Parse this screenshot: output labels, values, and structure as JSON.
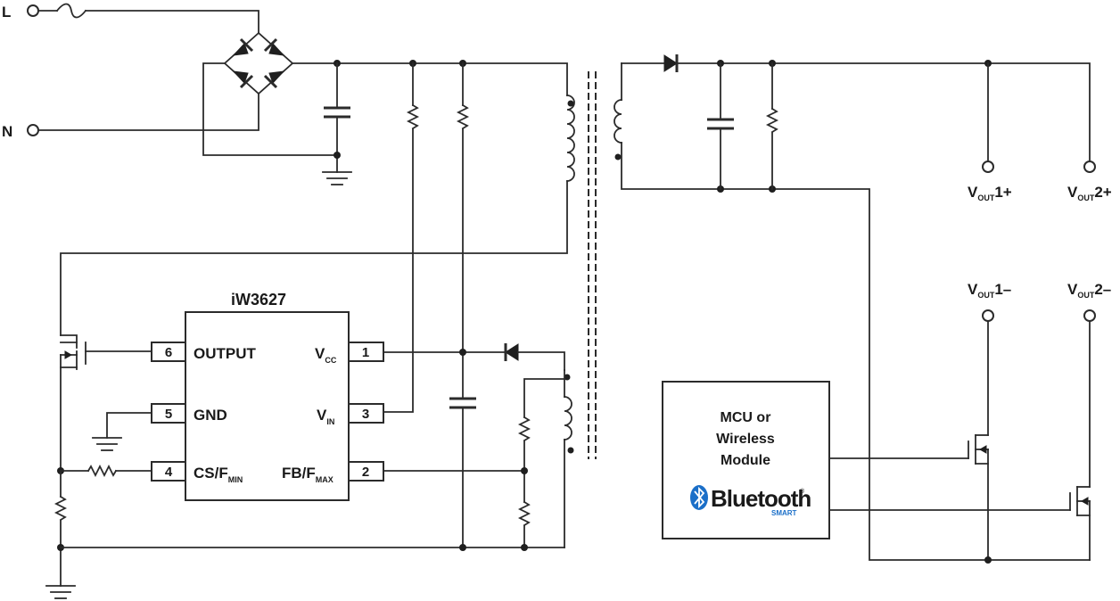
{
  "inputs": {
    "line": "L",
    "neutral": "N"
  },
  "controller": {
    "part_number": "iW3627",
    "pins": [
      {
        "number": "6",
        "name": "OUTPUT",
        "sub": ""
      },
      {
        "number": "5",
        "name": "GND",
        "sub": ""
      },
      {
        "number": "4",
        "name": "CS/F",
        "sub": "MIN"
      },
      {
        "number": "1",
        "name": "V",
        "sub": "CC"
      },
      {
        "number": "3",
        "name": "V",
        "sub": "IN"
      },
      {
        "number": "2",
        "name": "FB/F",
        "sub": "MAX"
      }
    ]
  },
  "outputs": [
    {
      "prefix": "V",
      "sub": "OUT",
      "suffix": "1+"
    },
    {
      "prefix": "V",
      "sub": "OUT",
      "suffix": "2+"
    },
    {
      "prefix": "V",
      "sub": "OUT",
      "suffix": "1–"
    },
    {
      "prefix": "V",
      "sub": "OUT",
      "suffix": "2–"
    }
  ],
  "mcu": {
    "lines": [
      "MCU or",
      "Wireless",
      "Module"
    ],
    "logo_text": "Bluetooth",
    "logo_mark": "®",
    "logo_sub": "SMART",
    "logo_color": "#1b6fc8"
  }
}
